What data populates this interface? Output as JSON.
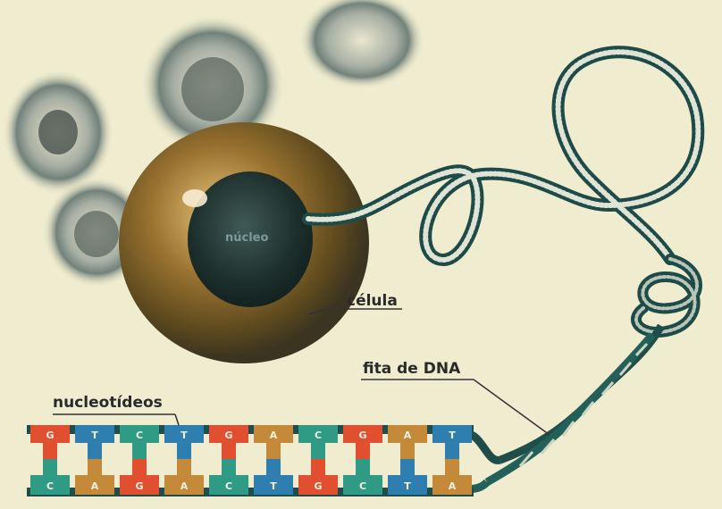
{
  "labels": {
    "cell": "célula",
    "nucleus": "núcleo",
    "dna_strand": "fita de DNA",
    "nucleotides": "nucleotídeos"
  },
  "dna_bases": {
    "top": [
      "G",
      "T",
      "C",
      "T",
      "G",
      "A",
      "C",
      "G",
      "A",
      "T"
    ],
    "bottom": [
      "C",
      "A",
      "G",
      "A",
      "C",
      "T",
      "G",
      "C",
      "T",
      "A"
    ]
  },
  "colors": {
    "background": "#efeccf",
    "A": "#c48a3a",
    "T": "#2e7fb0",
    "C": "#2f9b84",
    "G": "#e05030"
  }
}
